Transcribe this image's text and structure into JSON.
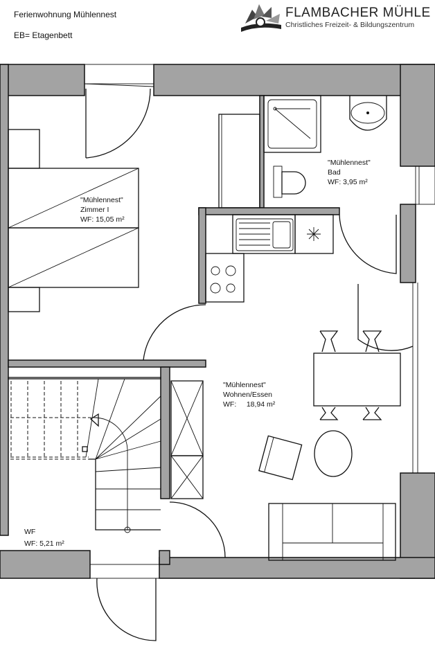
{
  "header": {
    "title": "Ferienwohnung Mühlennest",
    "legend": "EB= Etagenbett"
  },
  "logo": {
    "name": "FLAMBACHER MÜHLE",
    "tagline": "Christliches Freizeit- & Bildungszentrum"
  },
  "rooms": [
    {
      "name": "\"Mühlennest\"",
      "type": "Zimmer I",
      "area": "WF: 15,05 m²"
    },
    {
      "name": "\"Mühlennest\"",
      "type": "Bad",
      "area": "WF: 3,95 m²"
    },
    {
      "name": "\"Mühlennest\"",
      "type": "Wohnen/Essen",
      "area": "WF:     18,94 m²"
    },
    {
      "name": "",
      "type": "WF",
      "area": "WF: 5,21 m²"
    }
  ],
  "colors": {
    "wall": "#a3a3a3",
    "line": "#111111"
  }
}
